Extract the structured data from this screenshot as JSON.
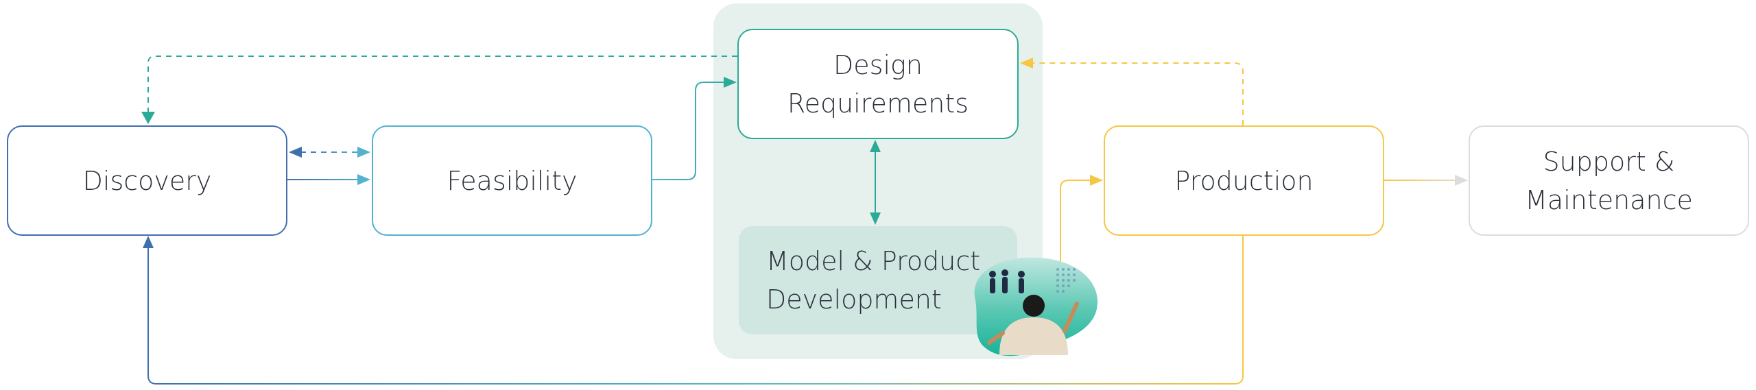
{
  "diagram": {
    "nodes": {
      "discovery": "Discovery",
      "feasibility": "Feasibility",
      "design_requirements": "Design\nRequirements",
      "model_development": "Model & Product\nDevelopment",
      "production": "Production",
      "support": "Support &\nMaintenance"
    },
    "group": "Model & Product Development",
    "illustration": "people-collaboration-icon",
    "colors": {
      "discovery": "#3f6fae",
      "feasibility": "#52b2d0",
      "design": "#2aaa97",
      "production": "#f6c743",
      "support": "#dcdcdc",
      "group_background": "#e6f1ee",
      "model_fill": "#cfe6e1"
    },
    "edges": [
      {
        "from": "discovery",
        "to": "feasibility",
        "style": "solid"
      },
      {
        "from": "feasibility",
        "to": "discovery",
        "style": "dashed",
        "bidirectional": true
      },
      {
        "from": "feasibility",
        "to": "design_requirements",
        "style": "solid"
      },
      {
        "from": "design_requirements",
        "to": "discovery",
        "style": "dashed"
      },
      {
        "from": "design_requirements",
        "to": "model_development",
        "style": "solid",
        "bidirectional": true
      },
      {
        "from": "model_development",
        "to": "production",
        "style": "solid"
      },
      {
        "from": "production",
        "to": "design_requirements",
        "style": "dashed"
      },
      {
        "from": "production",
        "to": "support",
        "style": "solid"
      },
      {
        "from": "production",
        "to": "discovery",
        "style": "solid"
      }
    ]
  }
}
